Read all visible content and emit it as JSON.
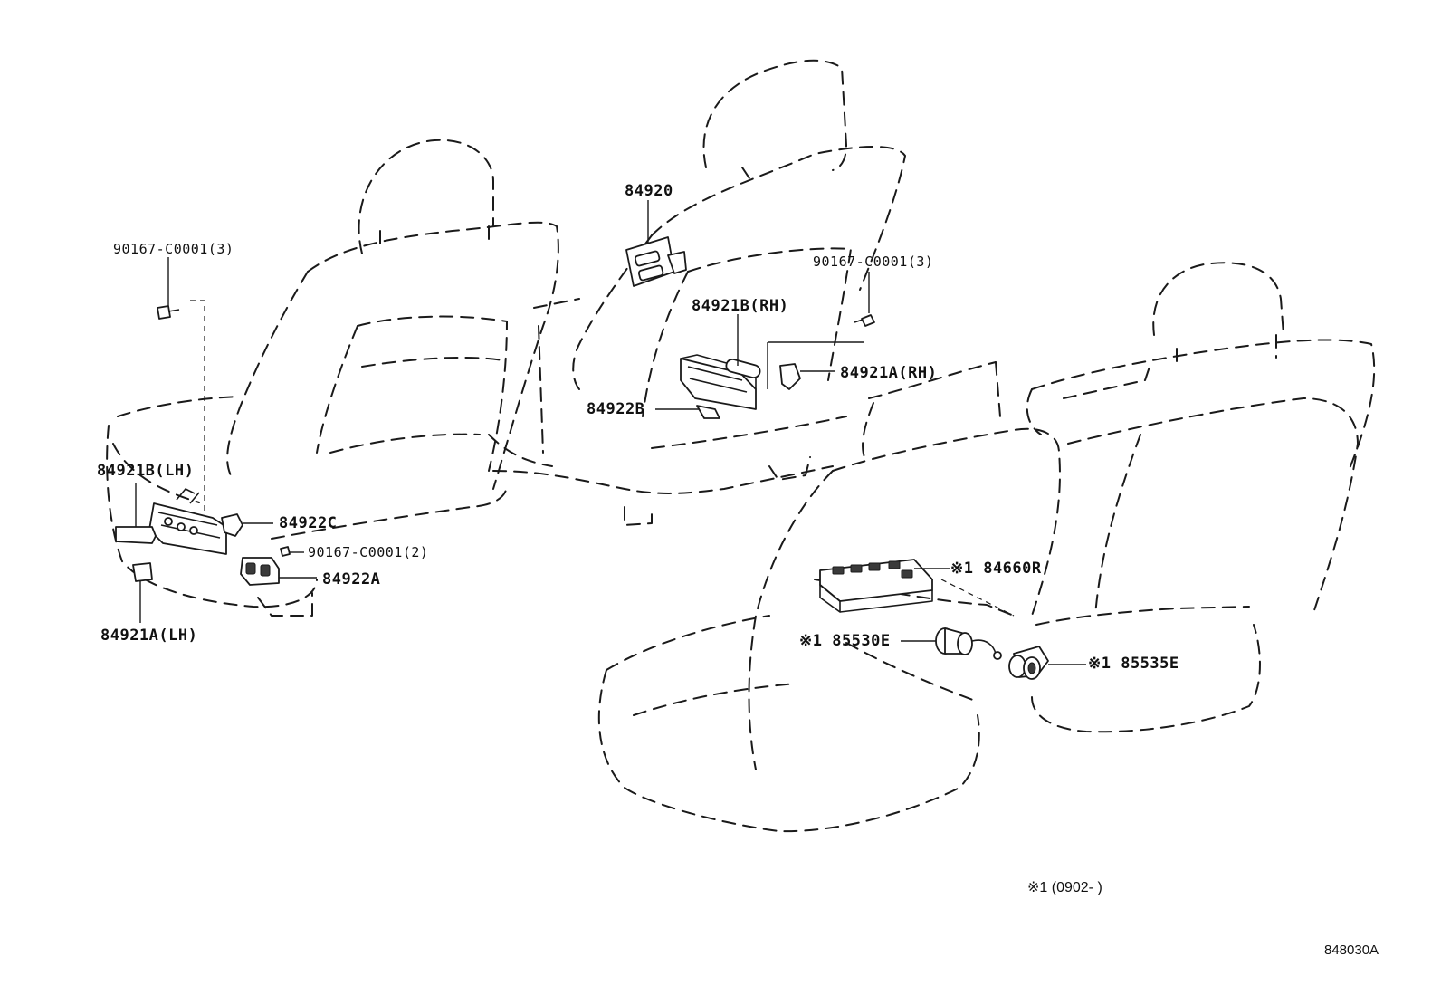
{
  "callouts": {
    "p84920": "84920",
    "p90167_left": "90167-C0001(3)",
    "p90167_right": "90167-C0001(3)",
    "p84921b_rh": "84921B(RH)",
    "p84921a_rh": "84921A(RH)",
    "p84922b": "84922B",
    "p84921b_lh": "84921B(LH)",
    "p84922c": "84922C",
    "p90167_mid": "90167-C0001(2)",
    "p84922a": "84922A",
    "p84921a_lh": "84921A(LH)",
    "p84660r": "※1 84660R",
    "p85530e": "※1 85530E",
    "p85535e": "※1 85535E"
  },
  "footnote": "※1 (0902-      )",
  "drawing_number": "848030A"
}
